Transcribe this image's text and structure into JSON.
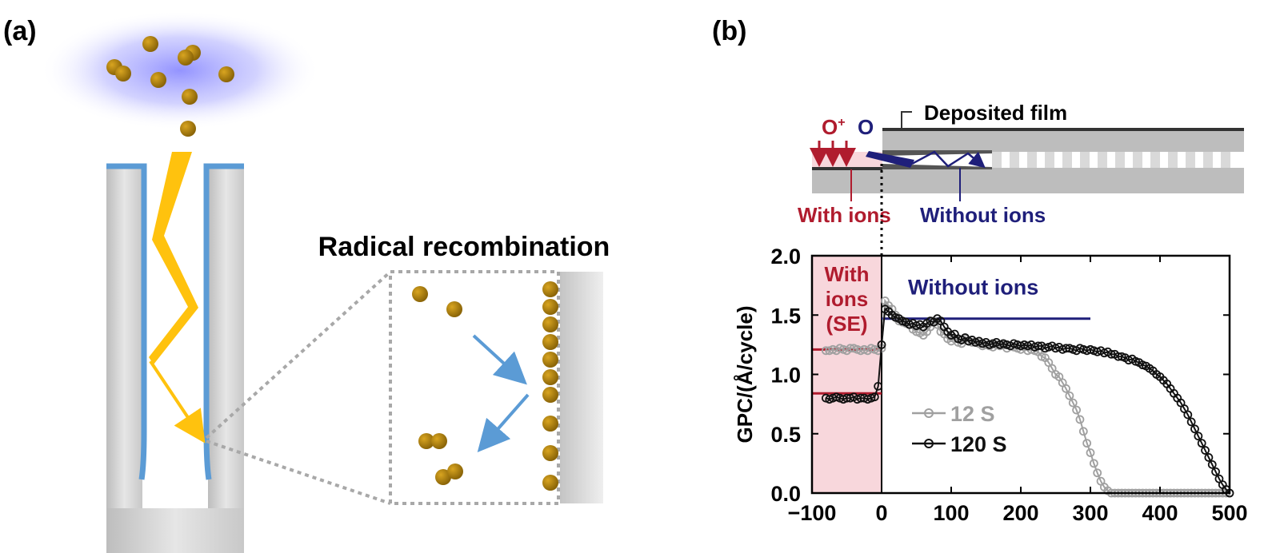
{
  "panel_a": {
    "label": "(a)",
    "zoom_title": "Radical recombination"
  },
  "panel_b": {
    "label": "(b)",
    "schematic": {
      "deposited_film": "Deposited film",
      "ion_species": "O",
      "ion_charge": "+",
      "radical_species": "O",
      "with_ions": "With ions",
      "without_ions": "Without ions"
    },
    "legend": [
      {
        "label": "12 S",
        "color": "#a0a0a0"
      },
      {
        "label": "120 S",
        "color": "#111111"
      }
    ]
  },
  "colors": {
    "glow": "#8080ff",
    "radical": "#b8860b",
    "path_yellow": "#ffc20e",
    "film_blue": "#5b9bd5",
    "ion_red": "#b01c2e",
    "neutral_navy": "#1f1f7a",
    "pink_shade": "#f8d7dc"
  },
  "chart_data": {
    "type": "line",
    "xlabel": "",
    "ylabel": "GPC/(Å/cycle)",
    "xlim": [
      -100,
      500
    ],
    "ylim": [
      0.0,
      2.0
    ],
    "xticks": [
      "−100",
      "0",
      "100",
      "200",
      "300",
      "400",
      "500"
    ],
    "yticks": [
      "0.0",
      "0.5",
      "1.0",
      "1.5",
      "2.0"
    ],
    "regions": [
      {
        "label_lines": [
          "With",
          "ions",
          "(SE)"
        ],
        "x": [
          -100,
          0
        ],
        "color": "#f8d7dc"
      }
    ],
    "annotations": [
      {
        "text": "Without ions",
        "x": 15,
        "y": 1.74
      }
    ],
    "reference_lines": [
      {
        "name": "SE 12 S",
        "x": [
          -100,
          0
        ],
        "y": 1.21,
        "color": "#b01c2e"
      },
      {
        "name": "SE 120 S",
        "x": [
          -100,
          0
        ],
        "y": 0.84,
        "color": "#b01c2e"
      },
      {
        "name": "without ions level",
        "x": [
          0,
          300
        ],
        "y": 1.47,
        "color": "#1f1f7a"
      }
    ],
    "series": [
      {
        "name": "12 S",
        "color": "#a0a0a0",
        "x": [
          -80,
          -75,
          -70,
          -65,
          -60,
          -55,
          -50,
          -45,
          -40,
          -35,
          -30,
          -25,
          -20,
          -15,
          -10,
          -5,
          0,
          5,
          10,
          15,
          20,
          25,
          30,
          35,
          40,
          45,
          50,
          55,
          60,
          65,
          70,
          75,
          80,
          85,
          90,
          95,
          100,
          105,
          110,
          115,
          120,
          125,
          130,
          135,
          140,
          145,
          150,
          155,
          160,
          165,
          170,
          175,
          180,
          185,
          190,
          195,
          200,
          205,
          210,
          215,
          220,
          225,
          230,
          235,
          240,
          245,
          250,
          255,
          260,
          265,
          270,
          275,
          280,
          285,
          290,
          295,
          300,
          305,
          310,
          315,
          320,
          325,
          330,
          335,
          340,
          345,
          350,
          355,
          360,
          365,
          370,
          375,
          380,
          385,
          390,
          395,
          400,
          405,
          410,
          415,
          420,
          425,
          430,
          435,
          440,
          445,
          450,
          455,
          460,
          465,
          470,
          475,
          480,
          485,
          490,
          495,
          500
        ],
        "y": [
          1.2,
          1.2,
          1.21,
          1.2,
          1.22,
          1.21,
          1.2,
          1.22,
          1.22,
          1.21,
          1.2,
          1.21,
          1.2,
          1.22,
          1.21,
          1.2,
          1.22,
          1.62,
          1.58,
          1.55,
          1.5,
          1.45,
          1.44,
          1.43,
          1.42,
          1.38,
          1.36,
          1.35,
          1.33,
          1.36,
          1.4,
          1.45,
          1.42,
          1.36,
          1.34,
          1.3,
          1.28,
          1.3,
          1.27,
          1.26,
          1.3,
          1.28,
          1.27,
          1.27,
          1.26,
          1.24,
          1.25,
          1.24,
          1.23,
          1.25,
          1.24,
          1.25,
          1.22,
          1.24,
          1.23,
          1.22,
          1.21,
          1.23,
          1.2,
          1.21,
          1.2,
          1.19,
          1.15,
          1.14,
          1.1,
          1.05,
          1.0,
          0.98,
          0.93,
          0.88,
          0.82,
          0.76,
          0.7,
          0.62,
          0.52,
          0.42,
          0.34,
          0.25,
          0.17,
          0.1,
          0.05,
          0.02,
          0.0,
          0.0,
          0.0,
          0.0,
          0.0,
          0.0,
          0.0,
          0.0,
          0.0,
          0.0,
          0.0,
          0.0,
          0.0,
          0.0,
          0.0,
          0.0,
          0.0,
          0.0,
          0.0,
          0.0,
          0.0,
          0.0,
          0.0,
          0.0,
          0.0,
          0.0,
          0.0,
          0.0,
          0.0,
          0.0,
          0.0,
          0.0,
          0.0,
          0.0,
          0.0
        ]
      },
      {
        "name": "120 S",
        "color": "#111111",
        "x": [
          -80,
          -75,
          -70,
          -65,
          -60,
          -55,
          -50,
          -45,
          -40,
          -35,
          -30,
          -25,
          -20,
          -15,
          -10,
          -5,
          0,
          5,
          10,
          15,
          20,
          25,
          30,
          35,
          40,
          45,
          50,
          55,
          60,
          65,
          70,
          75,
          80,
          85,
          90,
          95,
          100,
          105,
          110,
          115,
          120,
          125,
          130,
          135,
          140,
          145,
          150,
          155,
          160,
          165,
          170,
          175,
          180,
          185,
          190,
          195,
          200,
          205,
          210,
          215,
          220,
          225,
          230,
          235,
          240,
          245,
          250,
          255,
          260,
          265,
          270,
          275,
          280,
          285,
          290,
          295,
          300,
          305,
          310,
          315,
          320,
          325,
          330,
          335,
          340,
          345,
          350,
          355,
          360,
          365,
          370,
          375,
          380,
          385,
          390,
          395,
          400,
          405,
          410,
          415,
          420,
          425,
          430,
          435,
          440,
          445,
          450,
          455,
          460,
          465,
          470,
          475,
          480,
          485,
          490,
          495,
          500
        ],
        "y": [
          0.8,
          0.79,
          0.8,
          0.81,
          0.8,
          0.79,
          0.8,
          0.8,
          0.81,
          0.79,
          0.8,
          0.8,
          0.79,
          0.8,
          0.81,
          0.9,
          1.25,
          1.55,
          1.53,
          1.5,
          1.48,
          1.47,
          1.45,
          1.44,
          1.42,
          1.43,
          1.41,
          1.42,
          1.4,
          1.43,
          1.45,
          1.44,
          1.47,
          1.45,
          1.4,
          1.36,
          1.33,
          1.34,
          1.3,
          1.29,
          1.31,
          1.28,
          1.29,
          1.27,
          1.28,
          1.26,
          1.27,
          1.25,
          1.26,
          1.27,
          1.25,
          1.26,
          1.25,
          1.24,
          1.26,
          1.25,
          1.24,
          1.25,
          1.24,
          1.25,
          1.23,
          1.24,
          1.24,
          1.22,
          1.23,
          1.24,
          1.22,
          1.23,
          1.21,
          1.22,
          1.22,
          1.21,
          1.2,
          1.22,
          1.21,
          1.2,
          1.21,
          1.2,
          1.19,
          1.2,
          1.18,
          1.19,
          1.17,
          1.17,
          1.15,
          1.15,
          1.14,
          1.12,
          1.13,
          1.11,
          1.1,
          1.08,
          1.07,
          1.05,
          1.03,
          1.0,
          0.98,
          0.95,
          0.92,
          0.88,
          0.84,
          0.8,
          0.76,
          0.71,
          0.66,
          0.6,
          0.54,
          0.48,
          0.42,
          0.36,
          0.3,
          0.24,
          0.18,
          0.12,
          0.07,
          0.03,
          0.0
        ]
      }
    ]
  }
}
